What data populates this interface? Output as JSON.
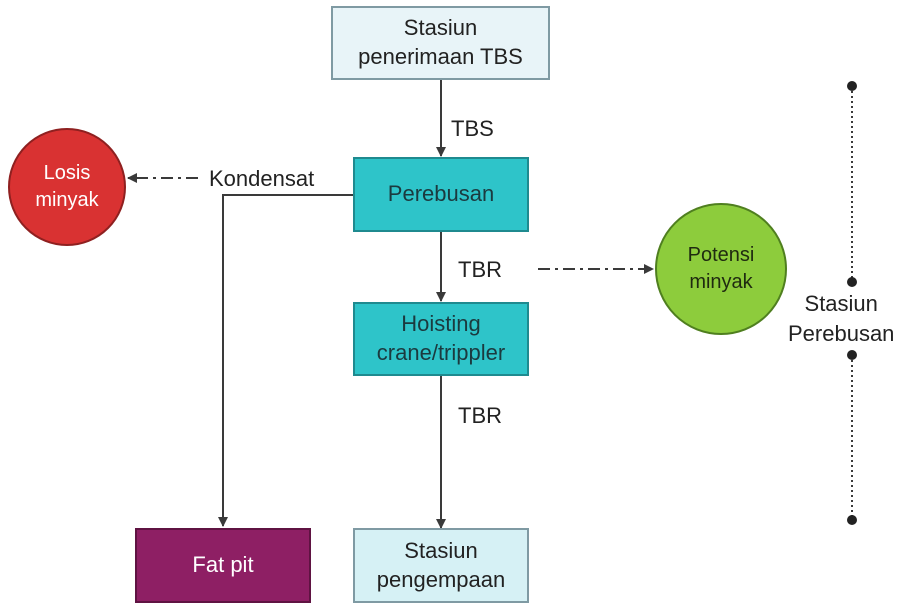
{
  "diagram": {
    "nodes": {
      "stasiun_penerimaan": {
        "label": "Stasiun\npenerimaan TBS",
        "fill": "#e8f4f8",
        "border": "#7f9aa3"
      },
      "perebusan": {
        "label": "Perebusan",
        "fill": "#2ec4c9",
        "border": "#1f8a8f"
      },
      "hoisting": {
        "label": "Hoisting\ncrane/trippler",
        "fill": "#2ec4c9",
        "border": "#1f8a8f"
      },
      "stasiun_pengempaan": {
        "label": "Stasiun\npengempaan",
        "fill": "#d6f1f5",
        "border": "#7f9aa3"
      },
      "fat_pit": {
        "label": "Fat pit",
        "fill": "#8e1f64",
        "border": "#5f1342"
      },
      "losis_minyak": {
        "label": "Losis\nminyak",
        "fill": "#d93232",
        "border": "#8f2020"
      },
      "potensi_minyak": {
        "label": "Potensi\nminyak",
        "fill": "#8dcc3c",
        "border": "#4f7f1f"
      }
    },
    "edge_labels": {
      "tbs": "TBS",
      "tbr_1": "TBR",
      "tbr_2": "TBR",
      "kondensat": "Kondensat"
    },
    "side_label": "Stasiun\nPerebusan"
  }
}
